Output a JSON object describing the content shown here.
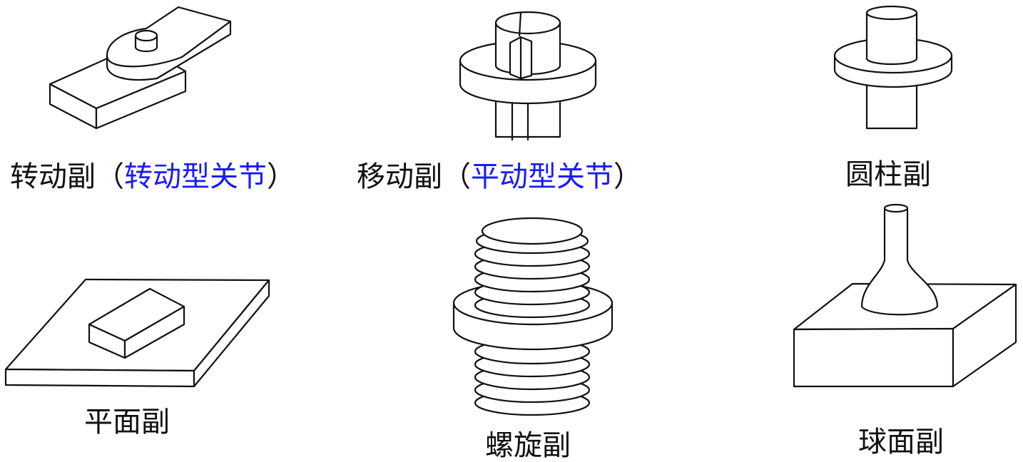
{
  "captions": {
    "revolute": {
      "name": "转动副",
      "open": "（",
      "alias": "转动型关节",
      "close": "）"
    },
    "prismatic": {
      "name": "移动副",
      "open": "（",
      "alias": "平动型关节",
      "close": "）"
    },
    "cylindrical": "圆柱副",
    "planar": "平面副",
    "helical": "螺旋副",
    "spherical": "球面副"
  },
  "colors": {
    "alias_text": "#1a1aff",
    "text": "#111111",
    "line": "#111111"
  }
}
